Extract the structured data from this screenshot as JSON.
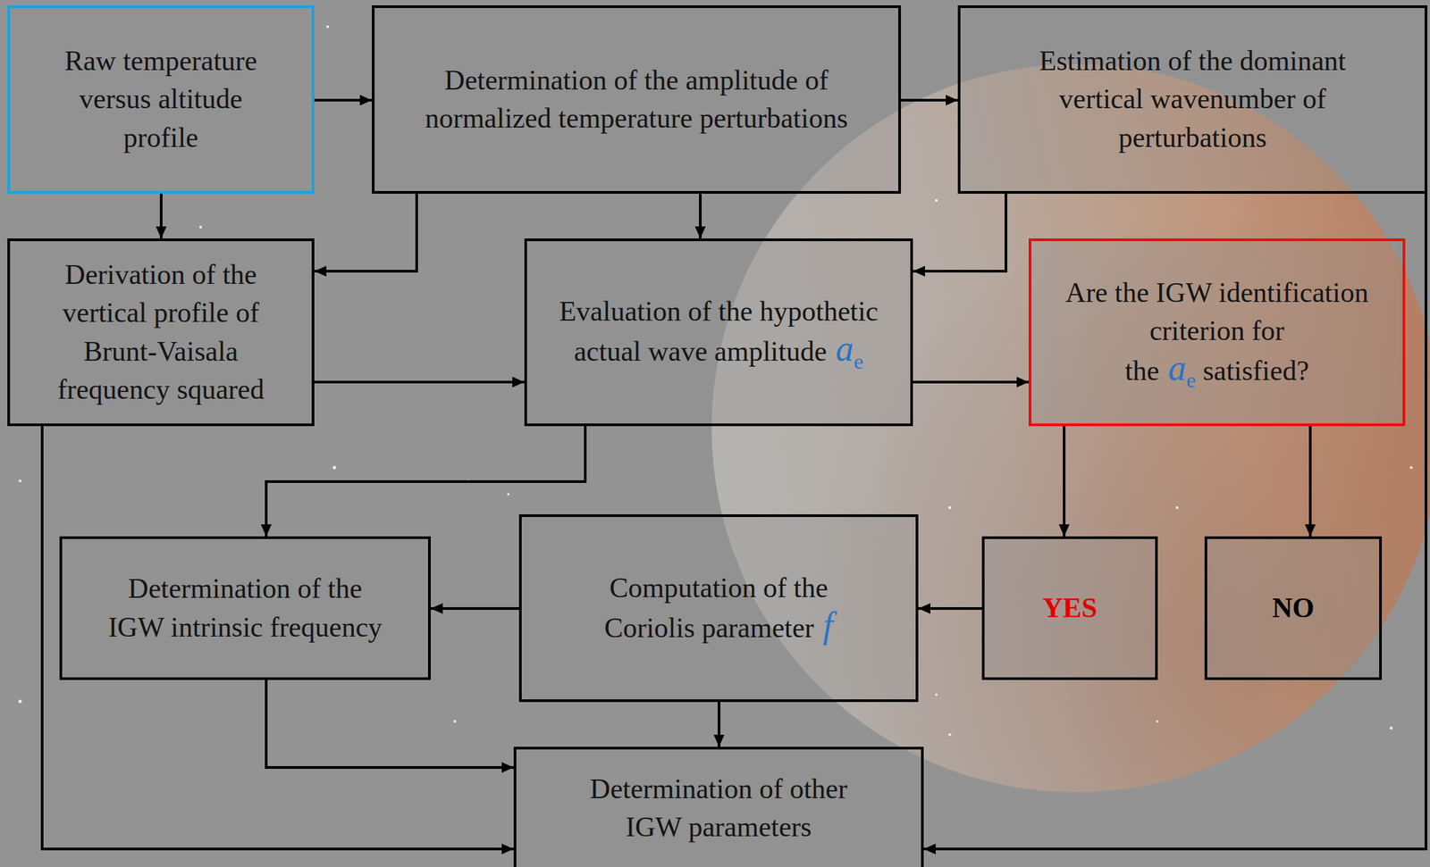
{
  "diagram": {
    "nodes": [
      {
        "text": [
          "Raw temperature versus altitude profile"
        ]
      },
      {
        "text": [
          "Determination of the amplitude of normalized temperature perturbations"
        ]
      },
      {
        "text": [
          "Estimation of the dominant vertical wavenumber of perturbations"
        ]
      },
      {
        "text": [
          "Derivation of the vertical profile of Brunt-Vaisala frequency squared"
        ]
      },
      {
        "text": [
          "Evaluation of the hypothetic actual wave amplitude",
          "a",
          "e"
        ]
      },
      {
        "text": [
          "Are the IGW identification criterion for the",
          "a",
          "e",
          "satisfied?"
        ]
      },
      {
        "text": [
          "Determination of the IGW intrinsic frequency"
        ]
      },
      {
        "text": [
          "Computation of the Coriolis parameter",
          "f"
        ]
      },
      {
        "text": [
          "YES"
        ]
      },
      {
        "text": [
          "NO"
        ]
      },
      {
        "text": [
          "Determination of other IGW parameters"
        ]
      }
    ],
    "edges": [
      {
        "from": 0,
        "to": 1,
        "arrow": "to"
      },
      {
        "from": 1,
        "to": 2,
        "arrow": "to"
      },
      {
        "from": 0,
        "to": 3,
        "arrow": "to"
      },
      {
        "from": 1,
        "to": 3,
        "arrow": "to"
      },
      {
        "from": 1,
        "to": 4,
        "arrow": "to"
      },
      {
        "from": 2,
        "to": 4,
        "arrow": "to"
      },
      {
        "from": 3,
        "to": 4,
        "arrow": "to"
      },
      {
        "from": 4,
        "to": 5,
        "arrow": "to"
      },
      {
        "from": 4,
        "to": 6,
        "arrow": "to"
      },
      {
        "from": 5,
        "to": 8,
        "arrow": "to"
      },
      {
        "from": 5,
        "to": 9,
        "arrow": "to"
      },
      {
        "from": 8,
        "to": 7,
        "arrow": "to"
      },
      {
        "from": 7,
        "to": 6,
        "arrow": "to"
      },
      {
        "from": 7,
        "to": 10,
        "arrow": "to"
      },
      {
        "from": 6,
        "to": 10,
        "arrow": "to"
      },
      {
        "from": 3,
        "to": 10,
        "arrow": "to"
      },
      {
        "from": 2,
        "to": 10,
        "arrow": "to"
      }
    ]
  }
}
